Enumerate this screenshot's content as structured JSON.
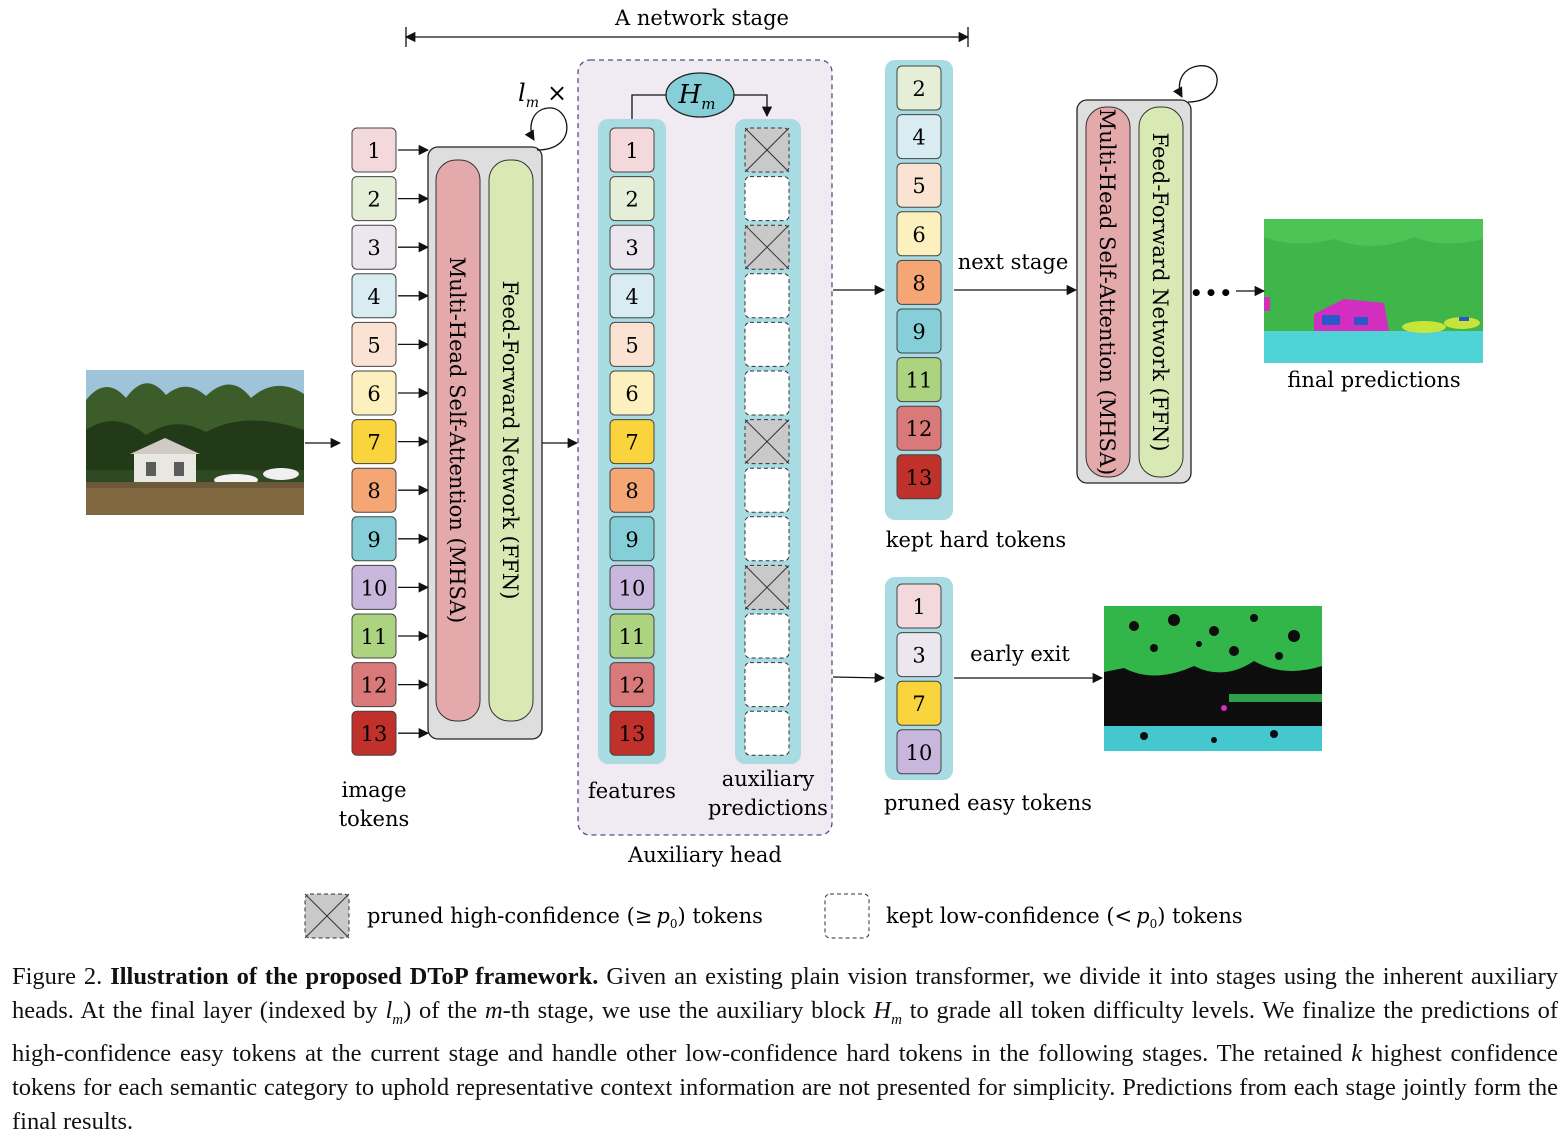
{
  "labels": {
    "network_stage": "A network stage",
    "repeat": "l",
    "repeat_sub": "m",
    "repeat_times": "×",
    "head_symbol": "H",
    "head_sub": "m",
    "mhsa": "Multi-Head Self-Attention (MHSA)",
    "ffn": "Feed-Forward Network (FFN)",
    "image_tokens_1": "image",
    "image_tokens_2": "tokens",
    "features": "features",
    "aux_pred_1": "auxiliary",
    "aux_pred_2": "predictions",
    "aux_head": "Auxiliary head",
    "next_stage": "next stage",
    "kept_hard": "kept hard tokens",
    "final_predictions": "final predictions",
    "early_exit": "early exit",
    "pruned_easy": "pruned easy tokens",
    "dots": "•••"
  },
  "legend": {
    "pruned_a": "pruned high-confidence (≥",
    "pruned_p": "p",
    "pruned_sub": "0",
    "pruned_b": ") tokens",
    "kept_a": "kept low-confidence (<",
    "kept_p": "p",
    "kept_sub": "0",
    "kept_b": ") tokens"
  },
  "tokens": [
    "1",
    "2",
    "3",
    "4",
    "5",
    "6",
    "7",
    "8",
    "9",
    "10",
    "11",
    "12",
    "13"
  ],
  "token_colors": [
    "#f3d9dc",
    "#e5efd8",
    "#ece6ef",
    "#d8ecf1",
    "#fbe3d3",
    "#fdf0bf",
    "#f9d43c",
    "#f4a774",
    "#86cfd8",
    "#c9b6dd",
    "#acd380",
    "#d97979",
    "#c0312b"
  ],
  "aux_pruned_flags": [
    true,
    false,
    true,
    false,
    false,
    false,
    true,
    false,
    false,
    true,
    false,
    false,
    false
  ],
  "kept_hard_tokens": [
    "2",
    "4",
    "5",
    "6",
    "8",
    "9",
    "11",
    "12",
    "13"
  ],
  "pruned_easy_tokens": [
    "1",
    "3",
    "7",
    "10"
  ],
  "colors": {
    "cyan_outline": "#a8dbe2",
    "aux_head_fill": "#f0eaf3",
    "mhsa_fill": "#e4a9ab",
    "ffn_fill": "#d9e9b4",
    "block_fill": "#dedede",
    "head_ellipse": "#86cfd8"
  },
  "caption": {
    "figure_label": "Figure 2.",
    "title": "Illustration of the proposed DToP framework.",
    "part1": "Given an existing plain vision transformer, we divide it into stages using the inherent auxiliary heads. At the final layer (indexed by",
    "lm": "l",
    "lm_sub": "m",
    "part2": ") of the",
    "m": "m",
    "part3": "-th stage, we use the auxiliary block",
    "hm": "H",
    "hm_sub": "m",
    "part4": "to grade all token difficulty levels. We finalize the predictions of high-confidence easy tokens at the current stage and handle other low-confidence hard tokens in the following stages. The retained",
    "k": "k",
    "part5": "highest confidence tokens for each semantic category to uphold representative context information are not presented for simplicity. Predictions from each stage jointly form the final results."
  }
}
